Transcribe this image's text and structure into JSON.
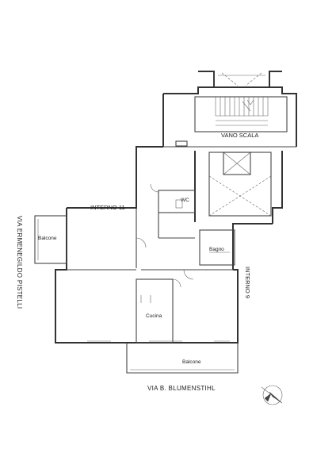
{
  "rooms": {
    "vano_scala": "VANO SCALA",
    "interno_11": "INTERNO 11",
    "wc": "WC",
    "bagno": "Bagno",
    "balcone_west": "Balcone",
    "cucina": "Cucina",
    "balcone_south": "Balcone",
    "interno_9": "INTERNO 9"
  },
  "streets": {
    "south": "VIA B. BLUMENSTIHL",
    "west": "VIA ERMENEGILDO PISTELLI"
  },
  "icons": {
    "north_arrow": "north-arrow-icon"
  }
}
